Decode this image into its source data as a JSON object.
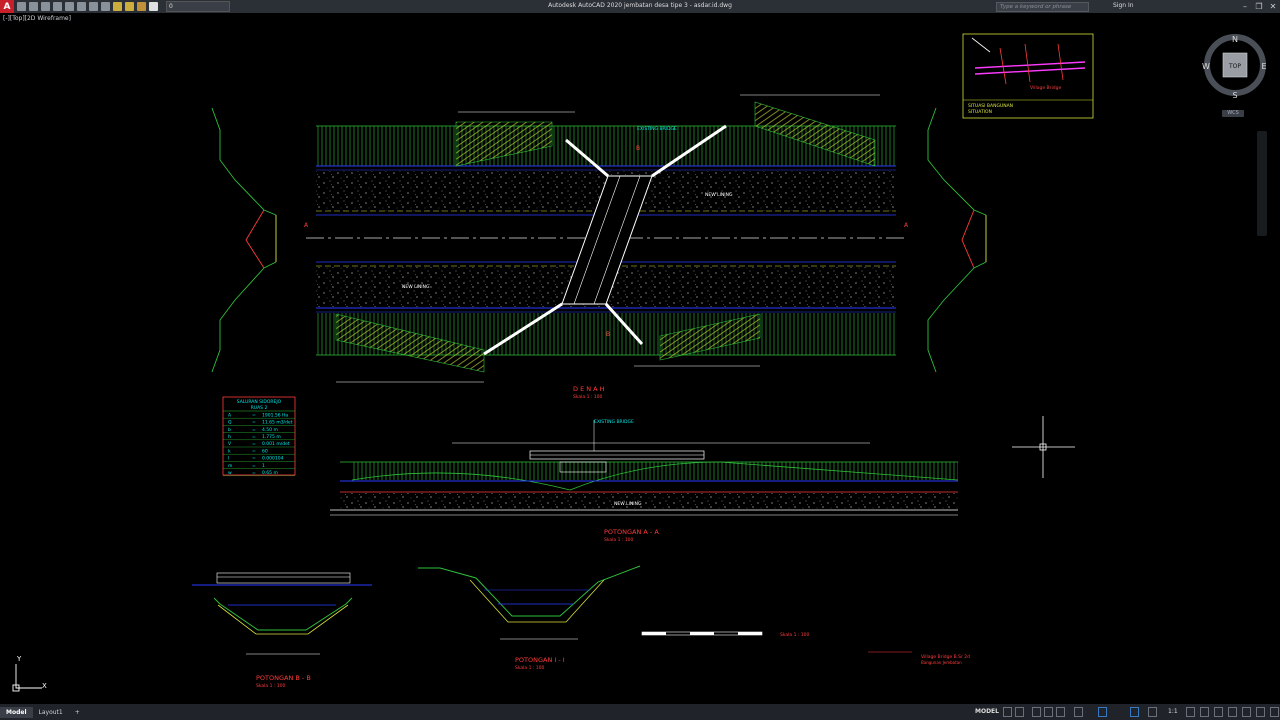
{
  "app": {
    "title": "Autodesk AutoCAD 2020   jembatan desa tipe 3 - asdar.id.dwg",
    "logo": "A",
    "layer_value": "0",
    "search_placeholder": "Type a keyword or phrase",
    "signin": "Sign In"
  },
  "viewport_label": "[-][Top][2D Wireframe]",
  "viewcube": {
    "face": "TOP",
    "n": "N",
    "s": "S",
    "e": "E",
    "w": "W",
    "wcs": "WCS"
  },
  "ucs": {
    "x": "X",
    "y": "Y"
  },
  "tabs": [
    {
      "label": "Model",
      "active": true
    },
    {
      "label": "Layout1",
      "active": false
    },
    {
      "label": "+",
      "active": false
    }
  ],
  "status": {
    "model": "MODEL",
    "scale": "1:1"
  },
  "drawing": {
    "plan_title": "D E N A H",
    "plan_scale": "Skala  1 : 100",
    "existing_bridge": "EXISTING BRIDGE",
    "new_lining": "NEW LINING",
    "sec_aa_title": "POTONGAN   A - A",
    "sec_aa_scale": "Skala  1 : 100",
    "sec_bb_title": "POTONGAN   B - B",
    "sec_bb_scale": "Skala  1 : 100",
    "sec_ii_title": "POTONGAN   I - I",
    "sec_ii_scale": "Skala  1 : 100",
    "scale_bar_label": "Skala  1 : 100",
    "situation_label": "SITUATION",
    "situation_title": "SITUASI BANGUNAN",
    "village_bridge": "Village Bridge",
    "table": {
      "title1": "SALURAN SIDOREJO",
      "title2": "RUAS 2",
      "rows": [
        [
          "A",
          "=",
          "1901.56 Ha"
        ],
        [
          "Q",
          "=",
          "11.65 m3/det"
        ],
        [
          "b",
          "=",
          "4.50 m"
        ],
        [
          "h",
          "=",
          "1.775 m"
        ],
        [
          "V",
          "=",
          "0.001 m/det"
        ],
        [
          "k",
          "=",
          "60"
        ],
        [
          "I",
          "=",
          "0.000104"
        ],
        [
          "m",
          "=",
          "1"
        ],
        [
          "w",
          "=",
          "0.65 m"
        ]
      ]
    },
    "title_block": {
      "line1": "Village Bridge B.Sr 2d",
      "line2": "Bangunan Jembatan"
    }
  }
}
